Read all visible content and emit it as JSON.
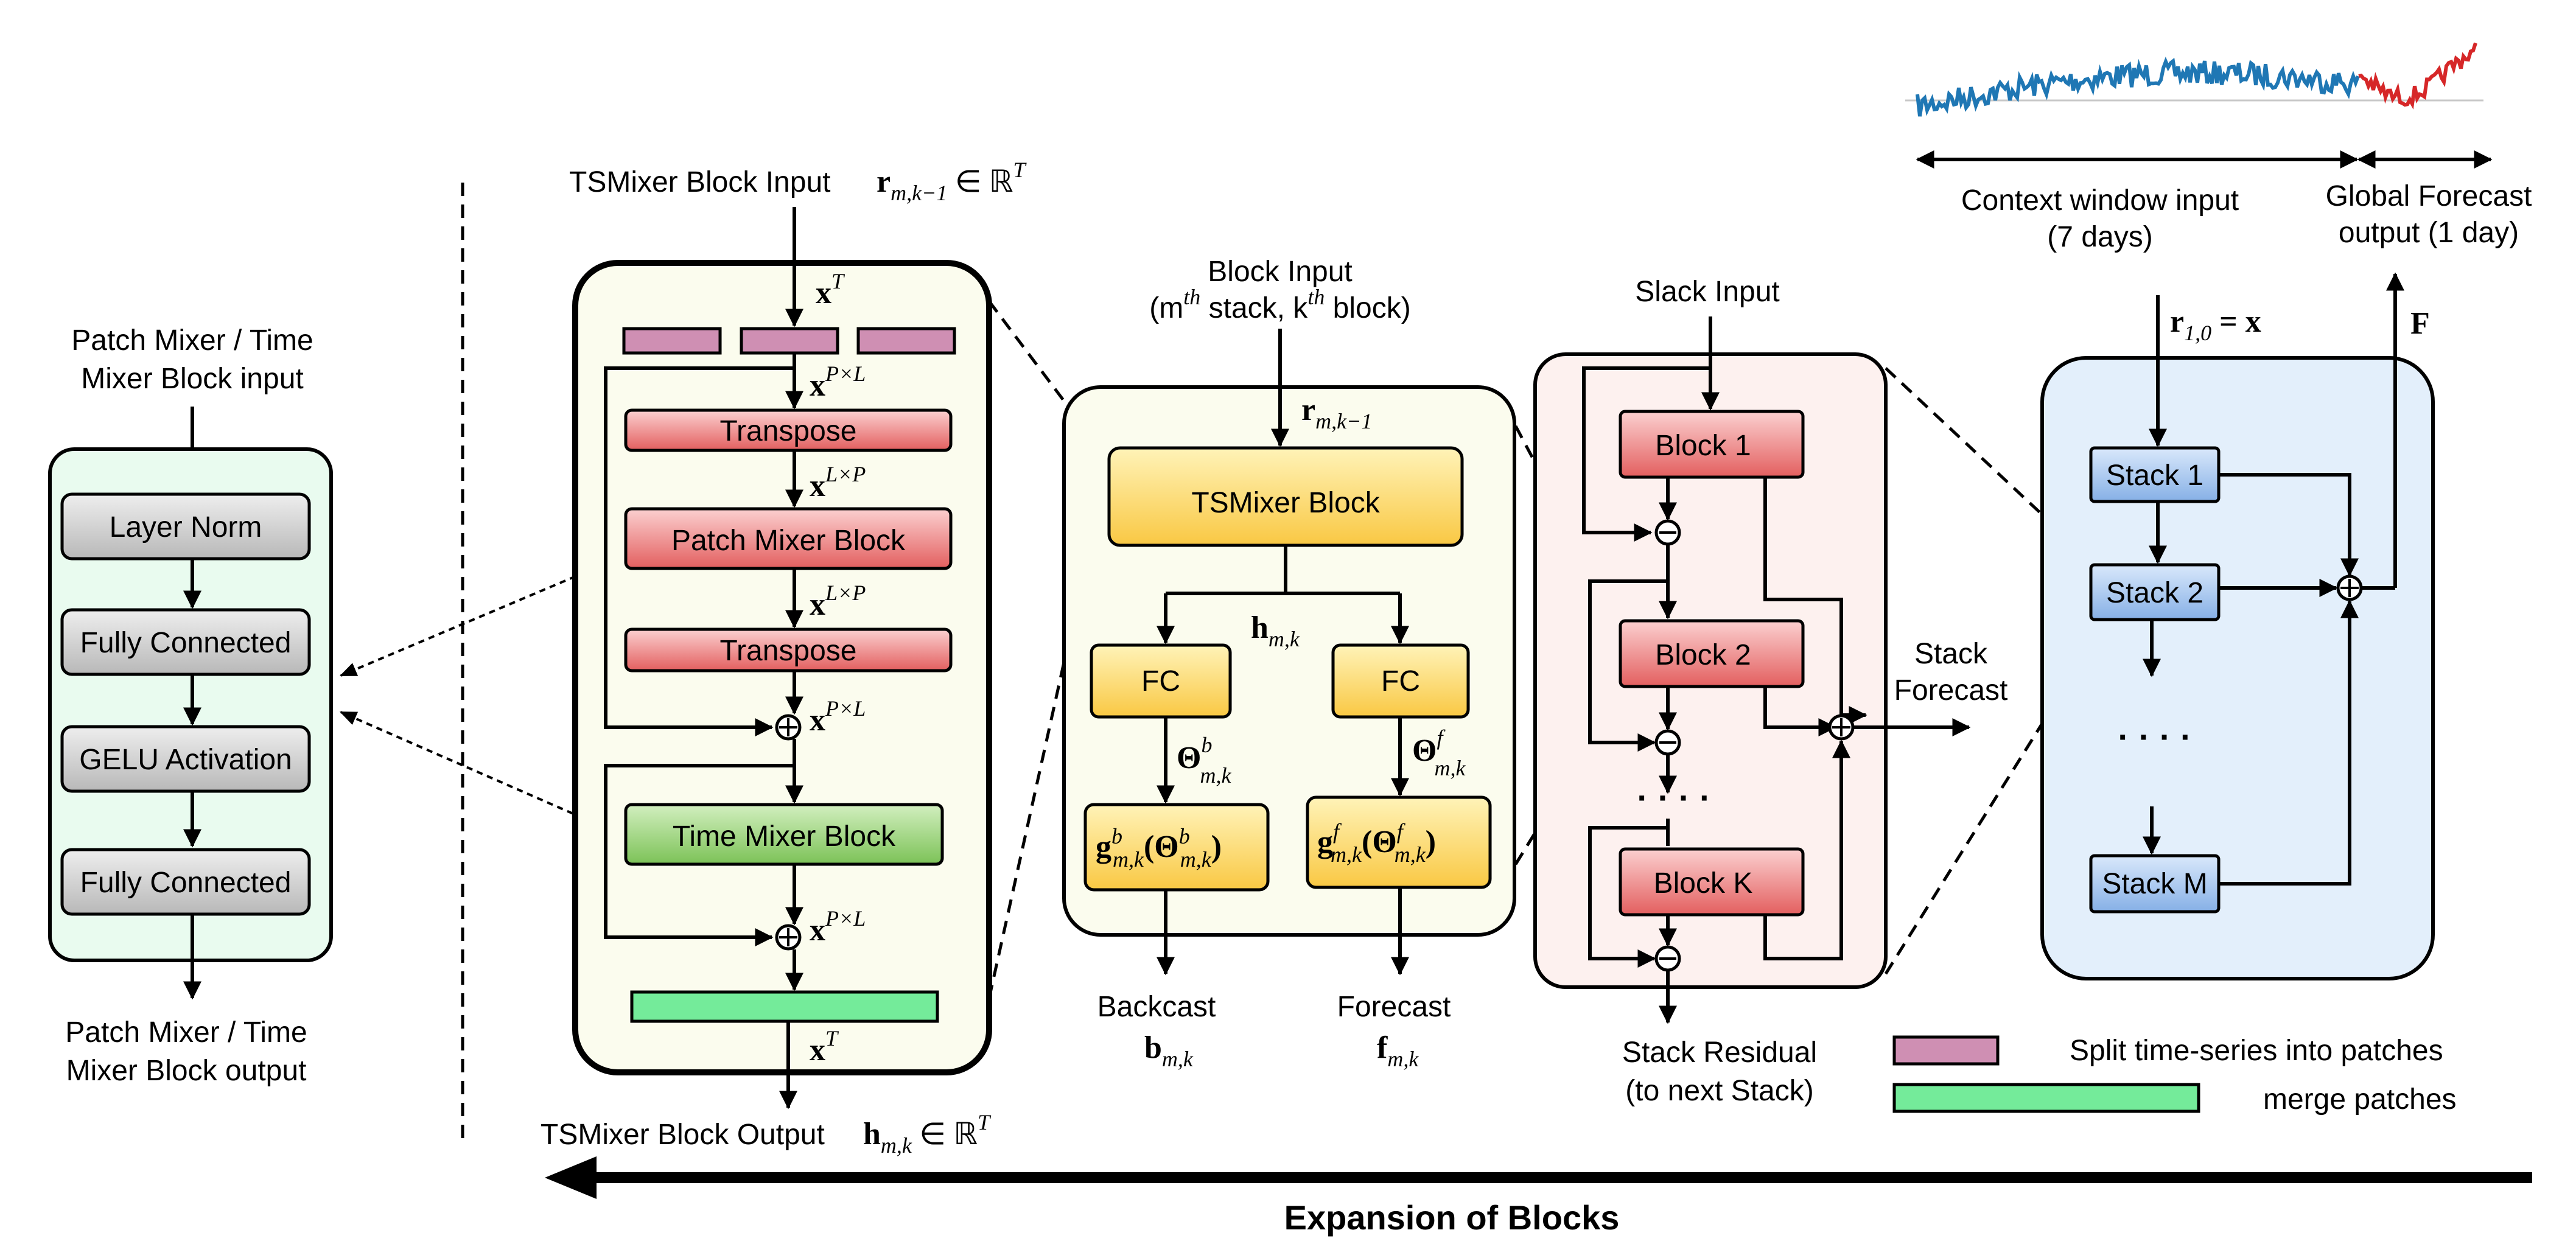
{
  "mixer_block": {
    "input_label_1": "Patch Mixer / Time",
    "input_label_2": "Mixer Block input",
    "layers": [
      "Layer Norm",
      "Fully Connected",
      "GELU Activation",
      "Fully Connected"
    ],
    "output_label_1": "Patch Mixer / Time",
    "output_label_2": "Mixer Block output"
  },
  "tsmixer_block": {
    "input_text": "TSMixer Block Input",
    "input_math": "r",
    "input_sub": "m,k−1",
    "input_tail": " ∈ ℝ",
    "input_sup": "T",
    "xT_top": "x",
    "xT_top_sup": "T",
    "x_PL_1": "x",
    "x_PL_1_sup": "P×L",
    "transpose_1": "Transpose",
    "x_LP_1": "x",
    "x_LP_1_sup": "L×P",
    "patch_mixer": "Patch Mixer Block",
    "x_LP_2": "x",
    "x_LP_2_sup": "L×P",
    "transpose_2": "Transpose",
    "x_PL_2": "x",
    "x_PL_2_sup": "P×L",
    "time_mixer": "Time Mixer Block",
    "x_PL_3": "x",
    "x_PL_3_sup": "P×L",
    "xT_bottom": "x",
    "xT_bottom_sup": "T",
    "output_text": "TSMixer Block Output",
    "output_math": "h",
    "output_sub": "m,k",
    "output_tail": " ∈ ℝ",
    "output_sup": "T"
  },
  "block_detail": {
    "title_1": "Block Input",
    "title_2a": "(m",
    "title_2a_sup": "th",
    "title_2b": " stack,  k",
    "title_2b_sup": "th",
    "title_2c": " block)",
    "r_in": "r",
    "r_in_sub": "m,k−1",
    "tsmixer": "TSMixer Block",
    "h_out": "h",
    "h_out_sub": "m,k",
    "fc_left": "FC",
    "fc_right": "FC",
    "theta_b": "Θ",
    "theta_b_sup": "b",
    "theta_b_sub": "m,k",
    "theta_f": "Θ",
    "theta_f_sup": "f",
    "theta_f_sub": "m,k",
    "g_b": "g",
    "g_b_sup": "b",
    "g_b_sub": "m,k",
    "g_b_arg": "(Θ",
    "g_b_arg_sup": "b",
    "g_b_arg_sub": "m,k",
    "g_b_close": ")",
    "g_f": "g",
    "g_f_sup": "f",
    "g_f_sub": "m,k",
    "g_f_arg": "(Θ",
    "g_f_arg_sup": "f",
    "g_f_arg_sub": "m,k",
    "g_f_close": ")",
    "backcast": "Backcast",
    "backcast_math": "b",
    "backcast_sub": "m,k",
    "forecast": "Forecast",
    "forecast_math": "f",
    "forecast_sub": "m,k"
  },
  "stack_detail": {
    "input": "Slack Input",
    "block_1": "Block 1",
    "block_2": "Block 2",
    "block_k": "Block K",
    "dots": "· · · ·",
    "forecast_1": "Stack",
    "forecast_2": "Forecast",
    "residual_1": "Stack Residual",
    "residual_2": "(to next Stack)"
  },
  "global": {
    "context_1": "Context window input",
    "context_2": "(7 days)",
    "forecast_1": "Global Forecast",
    "forecast_2": "output (1 day)",
    "r10": "r",
    "r10_sub": "1,0",
    "r10_tail": " = x",
    "F": "F",
    "stack_1": "Stack 1",
    "stack_2": "Stack 2",
    "stack_m": "Stack M",
    "dots": "· · · ·"
  },
  "legend": {
    "split": "Split time-series into patches",
    "merge": "merge patches"
  },
  "expansion": "Expansion of Blocks",
  "colors": {
    "mint_bg": "#e9fbef",
    "cream_bg": "#fbfcee",
    "pink_bg": "#fdf1ef",
    "blue_bg": "#e3effb",
    "red_block": "#ee7d7d",
    "yellow_block": "#ffd766",
    "green_block": "#8ed06b",
    "gray_block": "#cccccc",
    "blue_block": "#9ec1ec",
    "patch_purple": "#cf8fb3",
    "merge_green": "#74eb9a",
    "series_blue": "#1f77b4",
    "series_red": "#d62728"
  }
}
